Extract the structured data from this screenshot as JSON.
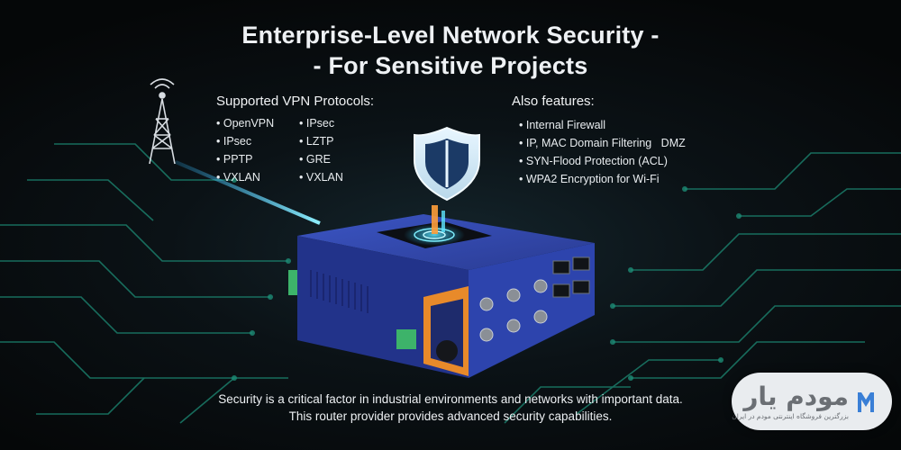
{
  "title": {
    "line1": "Enterprise-Level Network Security -",
    "line2": "- For Sensitive Projects"
  },
  "vpn": {
    "heading": "Supported VPN Protocols:",
    "items": [
      "OpenVPN",
      "IPsec",
      "IPsec",
      "LZTP",
      "PPTP",
      "GRE",
      "VXLAN",
      "VXLAN"
    ]
  },
  "features": {
    "heading": "Also features:",
    "items": [
      "Internal Firewall",
      "IP, MAC Domain Filtering   DMZ",
      "SYN-Flood Protection (ACL)",
      "WPA2 Encryption for Wi-Fi"
    ]
  },
  "bottom": {
    "line1": "Security is a critical factor in industrial environments and networks with important data.",
    "line2": "This router provider provides advanced security capabilities."
  },
  "logo": {
    "brand": "مودم یار",
    "tagline": "بزرگترین فروشگاه اینترنتی مودم در ایران",
    "mark_letter": "M"
  },
  "colors": {
    "router_body": "#2b3f9e",
    "accent_orange": "#e88a2a",
    "glow_cyan": "#3fd3ff",
    "circuit": "#1f8f7a"
  },
  "icons": [
    "shield-icon",
    "cell-tower-icon"
  ]
}
